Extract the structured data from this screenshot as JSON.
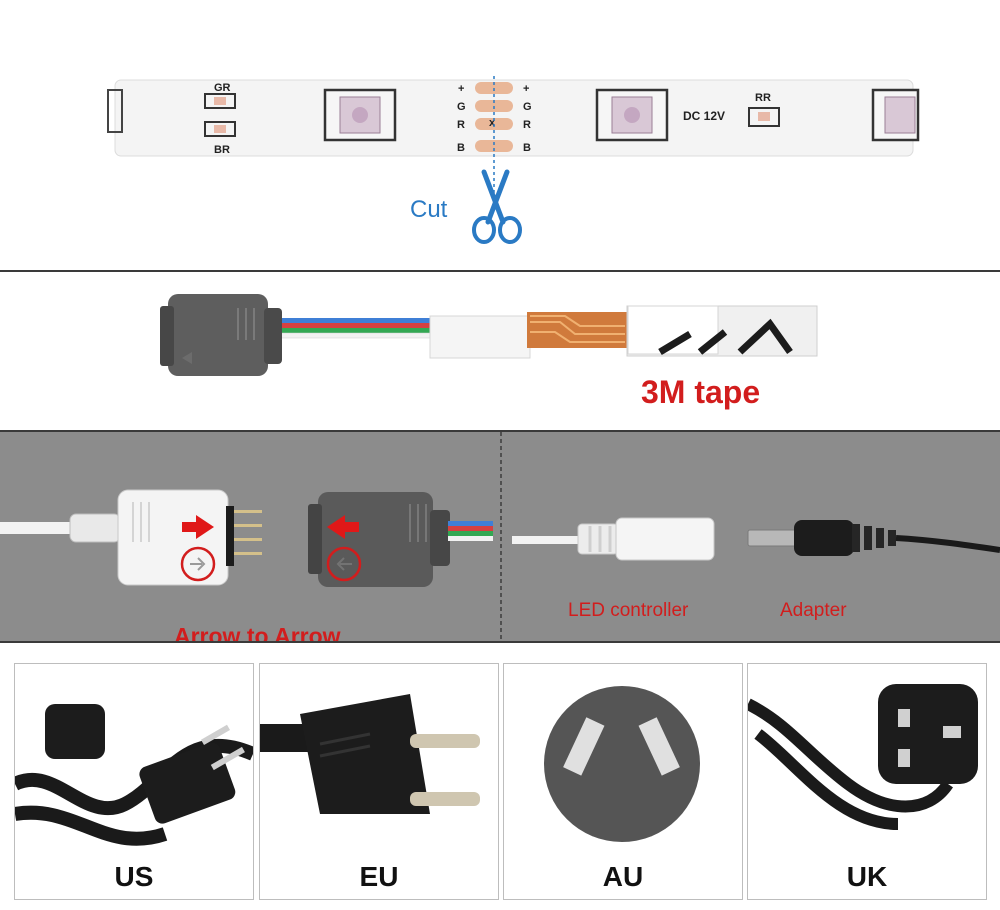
{
  "strip_panel": {
    "cut_label": "Cut",
    "pad_labels": [
      "+",
      "G",
      "R",
      "B"
    ],
    "pad_labels_right": [
      "+",
      "G",
      "R",
      "B"
    ],
    "resistor_top": "GR",
    "resistor_bottom": "BR",
    "voltage": "DC 12V",
    "resistor_right": "RR"
  },
  "tape_panel": {
    "tape_label": "3M tape"
  },
  "connect_panel": {
    "arrow_label": "Arrow to Arrow",
    "controller_label": "LED controller",
    "adapter_label": "Adapter"
  },
  "plug_panel": {
    "plugs": [
      {
        "label": "US"
      },
      {
        "label": "EU"
      },
      {
        "label": "AU"
      },
      {
        "label": "UK"
      }
    ]
  },
  "colors": {
    "accent_red": "#d21d1d",
    "cut_blue": "#2a7ac4",
    "panel_gray": "#8c8c8c"
  }
}
